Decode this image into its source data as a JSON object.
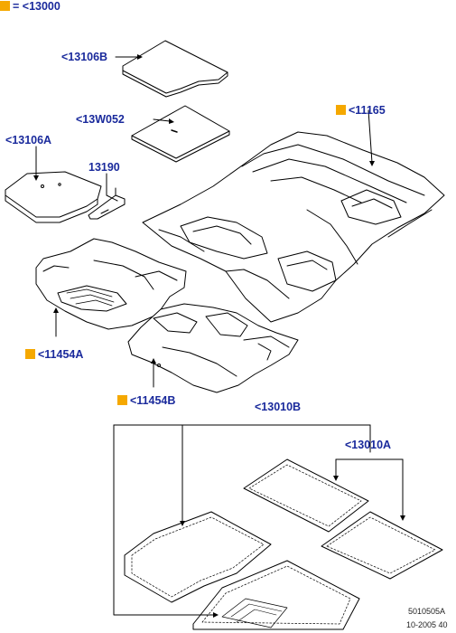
{
  "legend": {
    "marker_color": "#f5a800",
    "text": "= <13000"
  },
  "callouts": {
    "c13106B": "<13106B",
    "c13W052": "<13W052",
    "c11165": "<11165",
    "c13106A": "<13106A",
    "c13190": "13190",
    "c11454A": "<11454A",
    "c11454B": "<11454B",
    "c13010B": "<13010B",
    "c13010A": "<13010A"
  },
  "footer": {
    "ref1": "5010505A",
    "ref2": "10-2005 40"
  },
  "colors": {
    "label": "#1a2a9c",
    "line": "#000000",
    "marker": "#f5a800"
  }
}
